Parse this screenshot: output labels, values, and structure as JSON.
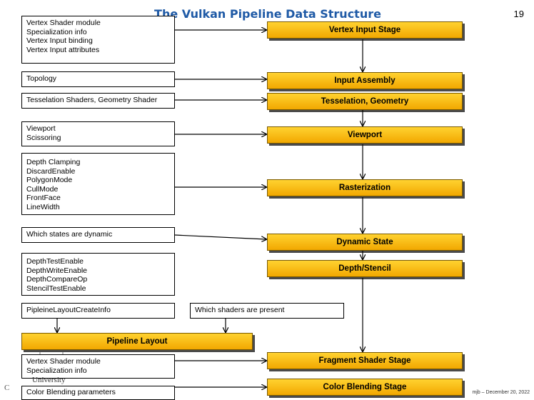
{
  "title": "The Vulkan Pipeline Data Structure",
  "page_number": "19",
  "info_boxes": {
    "vertex_input": [
      "Vertex Shader module",
      "Specialization info",
      "Vertex Input binding",
      "Vertex Input attributes"
    ],
    "topology": [
      "Topology"
    ],
    "tess_geom": [
      "Tesselation Shaders, Geometry Shader"
    ],
    "viewport": [
      "Viewport",
      "Scissoring"
    ],
    "raster": [
      "Depth Clamping",
      "DiscardEnable",
      "PolygonMode",
      "CullMode",
      "FrontFace",
      "LineWidth"
    ],
    "dynamic": [
      "Which states are dynamic"
    ],
    "depth": [
      "DepthTestEnable",
      "DepthWriteEnable",
      "DepthCompareOp",
      "StencilTestEnable"
    ],
    "layout_info": [
      "PipleineLayoutCreateInfo"
    ],
    "shaders_present": [
      "Which shaders are present"
    ],
    "fragment": [
      "Vertex Shader module",
      "Specialization info"
    ],
    "color_blend": [
      "Color Blending parameters"
    ]
  },
  "stages": {
    "vertex_input": "Vertex Input Stage",
    "input_assembly": "Input Assembly",
    "tess_geom": "Tesselation, Geometry",
    "viewport": "Viewport",
    "rasterization": "Rasterization",
    "dynamic_state": "Dynamic State",
    "depth_stencil": "Depth/Stencil",
    "pipeline_layout": "Pipeline Layout",
    "fragment": "Fragment Shader Stage",
    "color_blend": "Color Blending Stage"
  },
  "footer": {
    "left_fragment": "C",
    "university": "University",
    "right": "mjb – December 20, 2022"
  }
}
